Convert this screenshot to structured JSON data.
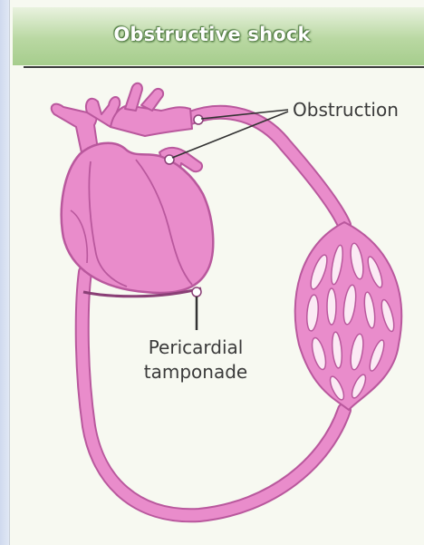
{
  "title": "Obstructive shock",
  "labels": {
    "obstruction": "Obstruction",
    "tamponade_line1": "Pericardial",
    "tamponade_line2": "tamponade"
  },
  "colors": {
    "tissue_fill": "#e98ccb",
    "tissue_outline": "#b9589d",
    "text": "#3a3a3a",
    "header_green": "#a6cd8d"
  }
}
